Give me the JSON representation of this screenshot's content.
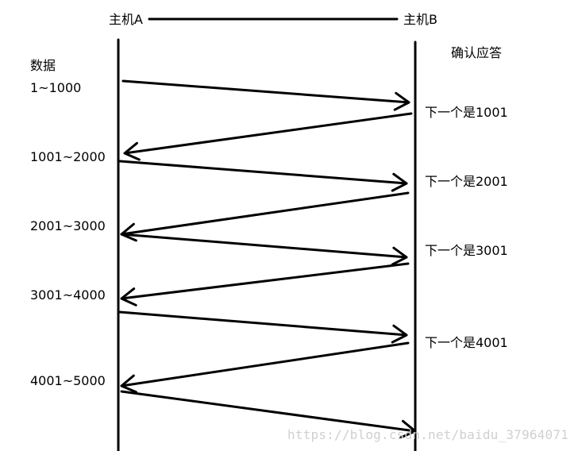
{
  "hosts": {
    "a": "主机A",
    "b": "主机B"
  },
  "left_header": "数据",
  "right_header": "确认应答",
  "data_ranges": [
    "1~1000",
    "1001~2000",
    "2001~3000",
    "3001~4000",
    "4001~5000"
  ],
  "acks": [
    "下一个是1001",
    "下一个是2001",
    "下一个是3001",
    "下一个是4001"
  ],
  "watermark": "https://blog.csdn.net/baidu_37964071"
}
